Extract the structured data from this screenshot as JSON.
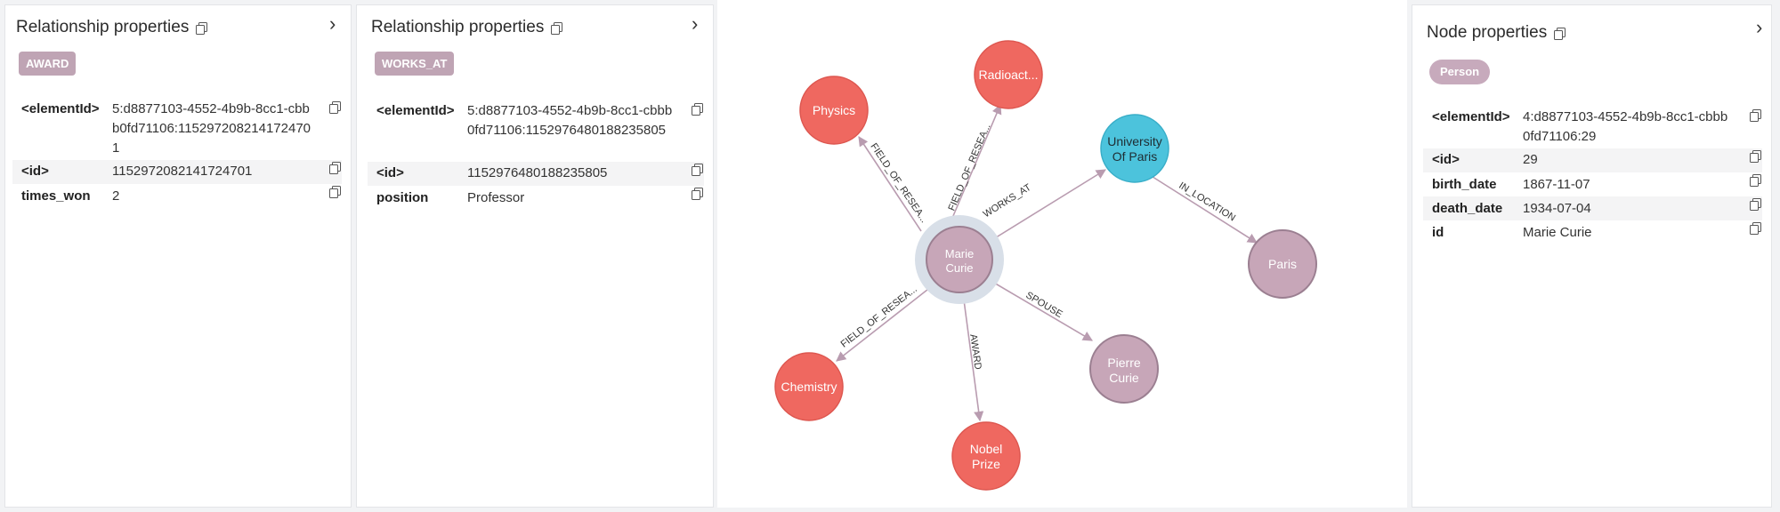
{
  "panel_award": {
    "title": "Relationship properties",
    "type_label": "AWARD",
    "rows": [
      {
        "key": "<elementId>",
        "value": "5:d8877103-4552-4b9b-8cc1-cbbb0fd71106:1152972082141724701"
      },
      {
        "key": "<id>",
        "value": "1152972082141724701"
      },
      {
        "key": "times_won",
        "value": "2"
      }
    ]
  },
  "panel_works_at": {
    "title": "Relationship properties",
    "type_label": "WORKS_AT",
    "rows": [
      {
        "key": "<elementId>",
        "value": "5:d8877103-4552-4b9b-8cc1-cbbb0fd71106:1152976480188235805"
      },
      {
        "key": "<id>",
        "value": "1152976480188235805"
      },
      {
        "key": "position",
        "value": "Professor"
      }
    ]
  },
  "panel_node": {
    "title": "Node properties",
    "label": "Person",
    "rows": [
      {
        "key": "<elementId>",
        "value": "4:d8877103-4552-4b9b-8cc1-cbbb0fd71106:29"
      },
      {
        "key": "<id>",
        "value": "29"
      },
      {
        "key": "birth_date",
        "value": "1867-11-07"
      },
      {
        "key": "death_date",
        "value": "1934-07-04"
      },
      {
        "key": "id",
        "value": "Marie Curie"
      }
    ]
  },
  "graph": {
    "colors": {
      "field": "#ef6860",
      "person": "#c7a6b8",
      "org": "#4cc3dc",
      "edge": "#b99cb0",
      "halo": "#d8dfe8"
    },
    "nodes": {
      "marie": [
        "Marie",
        "Curie"
      ],
      "physics": [
        "Physics"
      ],
      "radioactivity": [
        "Radioact..."
      ],
      "university": [
        "University",
        "Of Paris"
      ],
      "paris": [
        "Paris"
      ],
      "chemistry": [
        "Chemistry"
      ],
      "nobel": [
        "Nobel",
        "Prize"
      ],
      "pierre": [
        "Pierre",
        "Curie"
      ]
    },
    "edges": {
      "physics": "FIELD_OF_RESEA...",
      "radioactivity": "FIELD_OF_RESEA...",
      "works_at": "WORKS_AT",
      "in_location": "IN_LOCATION",
      "chemistry": "FIELD_OF_RESEA...",
      "award": "AWARD",
      "spouse": "SPOUSE"
    }
  }
}
